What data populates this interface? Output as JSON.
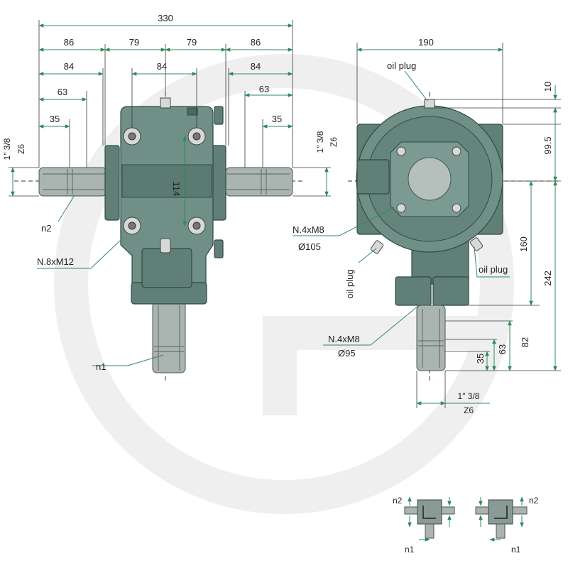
{
  "dimensions": {
    "overall_width": "330",
    "left_86": "86",
    "center_79_left": "79",
    "center_79_right": "79",
    "right_86": "86",
    "left_84": "84",
    "center_84": "84",
    "right_84": "84",
    "left_63": "63",
    "right_63": "63",
    "left_35": "35",
    "right_35": "35",
    "center_height_114": "114",
    "side_width_190": "190",
    "oil_plug_offset_10": "10",
    "top_99_5": "99.5",
    "height_160": "160",
    "height_242": "242",
    "height_82": "82",
    "height_63": "63",
    "height_35": "35"
  },
  "labels": {
    "spline_left_size": "1″ 3/8",
    "spline_left_z": "Z6",
    "spline_right_size": "1″ 3/8",
    "spline_right_z": "Z6",
    "spline_bottom_size": "1″ 3/8",
    "spline_bottom_z": "Z6",
    "n2": "n2",
    "n1": "n1",
    "bolts_front": "N.8xM12",
    "oil_plug_top": "oil plug",
    "oil_plug_left": "oil plug",
    "oil_plug_right": "oil plug",
    "flange_top_bolts": "N.4xM8",
    "flange_top_dia": "Ø105",
    "flange_bottom_bolts": "N.4xM8",
    "flange_bottom_dia": "Ø95"
  },
  "rotation_diagrams": {
    "left_n2": "n2",
    "left_n1": "n1",
    "right_n2": "n2",
    "right_n1": "n1"
  },
  "colors": {
    "housing": "#6f8f87",
    "shaft": "#aab5b2",
    "dimension_line": "#2e8b57",
    "watermark": "#ececec"
  }
}
